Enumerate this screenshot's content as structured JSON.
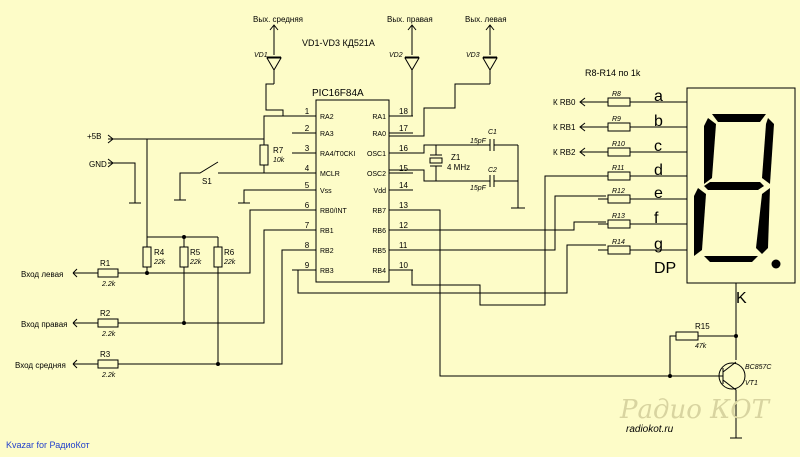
{
  "labels": {
    "out_mid": "Вых. средняя",
    "out_right": "Вых. правая",
    "out_left": "Вых. левая",
    "vd_note": "VD1-VD3 КД521А",
    "vd1": "VD1",
    "vd2": "VD2",
    "vd3": "VD3",
    "chip": "PIC16F84A",
    "r_note": "R8-R14 по 1k",
    "plus5": "+5В",
    "gnd": "GND",
    "s1": "S1",
    "r7": "R7",
    "r7v": "10k",
    "c1": "C1",
    "c1v": "15pF",
    "c2": "C2",
    "c2v": "15pF",
    "z1": "Z1",
    "z1v": "4 MHz",
    "r4": "R4",
    "r4v": "22k",
    "r5": "R5",
    "r5v": "22k",
    "r6": "R6",
    "r6v": "22k",
    "r1": "R1",
    "r1v": "2.2k",
    "r2": "R2",
    "r2v": "2.2k",
    "r3": "R3",
    "r3v": "2.2k",
    "in_left": "Вход левая",
    "in_right": "Вход правая",
    "in_mid": "Вход средняя",
    "r15": "R15",
    "r15v": "47k",
    "vt": "BC857C",
    "vt1": "VT1",
    "k": "K",
    "credit": "Kvazar for РадиоКот",
    "logo": "Радио КОТ",
    "site": "radiokot.ru"
  },
  "pins_left": [
    {
      "num": "1",
      "name": "RA2"
    },
    {
      "num": "2",
      "name": "RA3"
    },
    {
      "num": "3",
      "name": "RA4/T0CKI"
    },
    {
      "num": "4",
      "name": "MCLR"
    },
    {
      "num": "5",
      "name": "Vss"
    },
    {
      "num": "6",
      "name": "RB0/INT"
    },
    {
      "num": "7",
      "name": "RB1"
    },
    {
      "num": "8",
      "name": "RB2"
    },
    {
      "num": "9",
      "name": "RB3"
    }
  ],
  "pins_right": [
    {
      "num": "18",
      "name": "RA1"
    },
    {
      "num": "17",
      "name": "RA0"
    },
    {
      "num": "16",
      "name": "OSC1"
    },
    {
      "num": "15",
      "name": "OSC2"
    },
    {
      "num": "14",
      "name": "Vdd"
    },
    {
      "num": "13",
      "name": "RB7"
    },
    {
      "num": "12",
      "name": "RB6"
    },
    {
      "num": "11",
      "name": "RB5"
    },
    {
      "num": "10",
      "name": "RB4"
    }
  ],
  "seg_rows": [
    {
      "name": "R8",
      "letter": "a",
      "src": "К RB0"
    },
    {
      "name": "R9",
      "letter": "b",
      "src": "К RB1"
    },
    {
      "name": "R10",
      "letter": "c",
      "src": "К RB2"
    },
    {
      "name": "R11",
      "letter": "d",
      "src": ""
    },
    {
      "name": "R12",
      "letter": "e",
      "src": ""
    },
    {
      "name": "R13",
      "letter": "f",
      "src": ""
    },
    {
      "name": "R14",
      "letter": "g",
      "src": ""
    }
  ],
  "dp": "DP"
}
